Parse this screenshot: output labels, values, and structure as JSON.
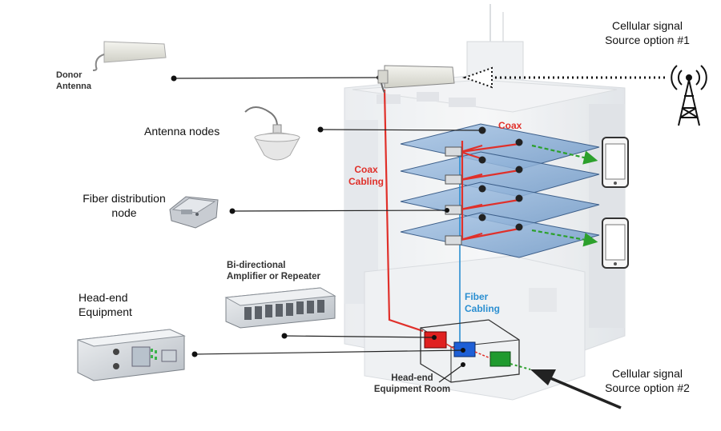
{
  "labels": {
    "donor_antenna_line1": "Donor",
    "donor_antenna_line2": "Antenna",
    "antenna_nodes": "Antenna nodes",
    "fiber_node_line1": "Fiber distribution",
    "fiber_node_line2": "node",
    "amplifier_line1": "Bi-directional",
    "amplifier_line2": "Amplifier or Repeater",
    "headend_equipment_line1": "Head-end",
    "headend_equipment_line2": "Equipment",
    "source1_line1": "Cellular signal",
    "source1_line2": "Source option #1",
    "source2_line1": "Cellular signal",
    "source2_line2": "Source option #2",
    "coax_top": "Coax",
    "coax_cabling_line1": "Coax",
    "coax_cabling_line2": "Cabling",
    "fiber_cabling_line1": "Fiber",
    "fiber_cabling_line2": "Cabling",
    "headend_room_line1": "Head-end",
    "headend_room_line2": "Equipment Room"
  },
  "colors": {
    "coax": "#e0302a",
    "fiber": "#2b8fd1",
    "signal": "#2ca02c",
    "floor": "#8fb3d9",
    "room_red": "#e02020",
    "room_blue": "#1e5fd6",
    "room_green": "#1f9a2e"
  }
}
